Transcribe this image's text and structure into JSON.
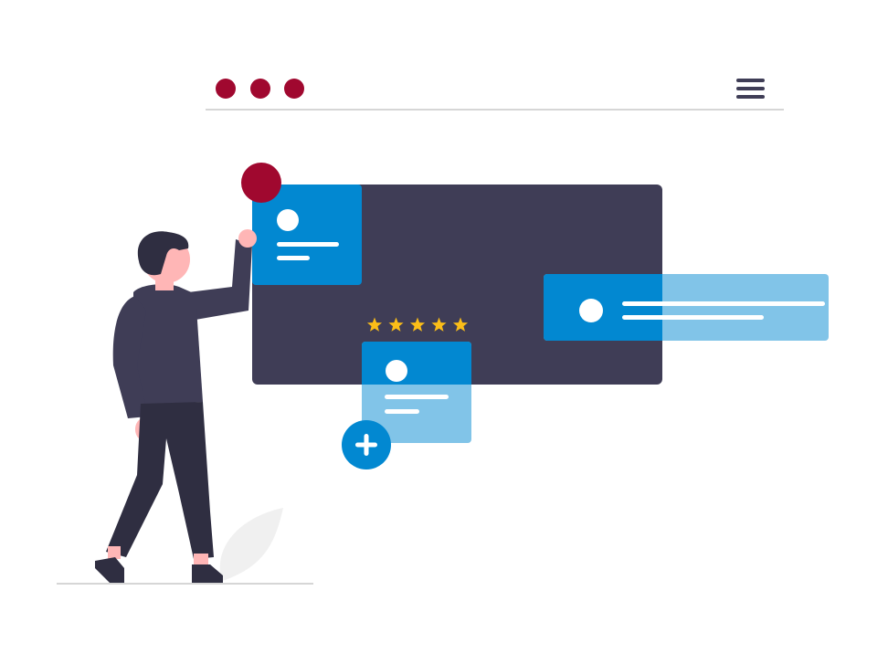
{
  "colors": {
    "accent_dots": "#a0082f",
    "primary_blue": "#0288d1",
    "light_blue": "#81c4e8",
    "dark_panel": "#3f3d56",
    "divider": "#d6d6d6",
    "stars": "#fbbe18",
    "skin": "#ffb6b6",
    "leaf": "#f0f0f0",
    "white": "#ffffff"
  },
  "browser": {
    "window_dots": [
      "dot-1",
      "dot-2",
      "dot-3"
    ],
    "menu_icon": "hamburger-menu-icon"
  },
  "rating": {
    "stars": 5,
    "max": 5
  },
  "icons": {
    "add": "plus-icon",
    "red_dot": "notification-dot-icon"
  }
}
